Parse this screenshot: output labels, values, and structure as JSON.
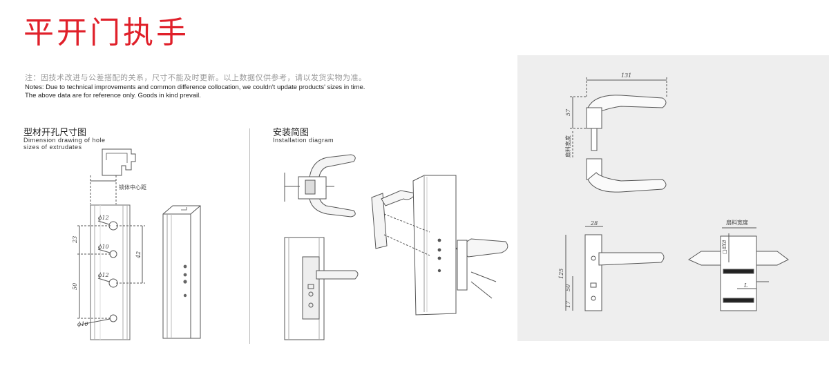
{
  "title": "平开门执手",
  "notes": {
    "zh": "注：因技术改进与公差搭配的关系，尺寸不能及时更新。以上数据仅供参考，请以发货实物为准。",
    "en_line1": "Notes: Due to technical improvements and common difference collocation, we couldn't update products' sizes in time.",
    "en_line2": "The above data are for reference only. Goods in kind prevail."
  },
  "section_hole": {
    "title": "型材开孔尺寸图",
    "subtitle_line1": "Dimension drawing of hole",
    "subtitle_line2": "sizes of extrudates",
    "labels": {
      "lock_center": "锁体中心距",
      "d1": "ϕ12",
      "d2": "ϕ10",
      "d3": "ϕ12",
      "d4": "ϕ10",
      "dim23": "23",
      "dim50": "50",
      "dim42": "42"
    }
  },
  "section_install": {
    "title": "安装简图",
    "subtitle": "Installation diagram"
  },
  "spec_panel": {
    "dim_131": "131",
    "dim_57": "57",
    "sash_width_v": "扇料宽度",
    "dim_28": "28",
    "dim_125": "125",
    "dim_50": "50",
    "dim_17": "17",
    "sash_width": "扇料宽度",
    "square_label": "□8X8",
    "l_label": "L"
  }
}
